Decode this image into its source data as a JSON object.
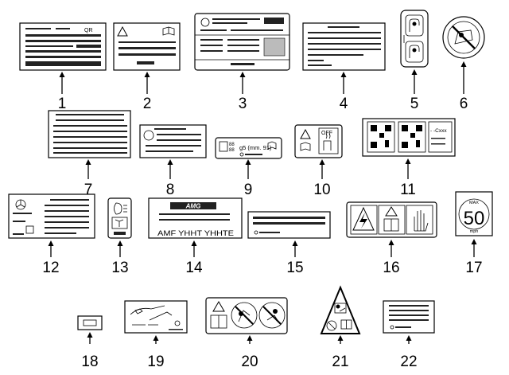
{
  "parts": [
    {
      "number": "1"
    },
    {
      "number": "2"
    },
    {
      "number": "3"
    },
    {
      "number": "4"
    },
    {
      "number": "5"
    },
    {
      "number": "6"
    },
    {
      "number": "7"
    },
    {
      "number": "8"
    },
    {
      "number": "9"
    },
    {
      "number": "10"
    },
    {
      "number": "11"
    },
    {
      "number": "12"
    },
    {
      "number": "13"
    },
    {
      "number": "14"
    },
    {
      "number": "15"
    },
    {
      "number": "16"
    },
    {
      "number": "17"
    },
    {
      "number": "18"
    },
    {
      "number": "19"
    },
    {
      "number": "20"
    },
    {
      "number": "21"
    },
    {
      "number": "22"
    }
  ],
  "label_texts": {
    "label1_code": "QR",
    "label9_text": "g5 (mm. 91)",
    "label10_off": "OFF",
    "label11_code": "- -Cxxx",
    "label14_brand": "AMG",
    "label14_code": "AMF YHHT YHHTE",
    "label17_max": "MAX",
    "label17_speed": "50",
    "label17_unit": "mph"
  }
}
